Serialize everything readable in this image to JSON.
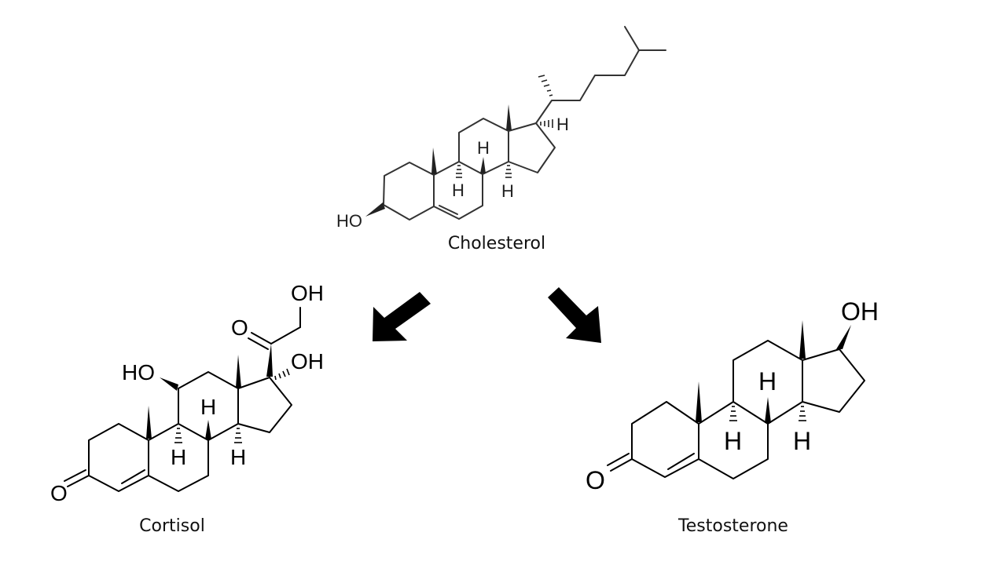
{
  "molecules": {
    "cholesterol": {
      "name": "Cholesterol",
      "labels": {
        "hydroxyl": "HO",
        "h_c17": "H",
        "h_c8": "H",
        "h_c9": "H",
        "h_c14": "H"
      }
    },
    "cortisol": {
      "name": "Cortisol",
      "labels": {
        "ketone_o": "O",
        "hydroxyl_c11": "HO",
        "side_chain_o": "O",
        "side_chain_oh": "OH",
        "hydroxyl_c17": "OH",
        "h_c8": "H",
        "h_c9": "H",
        "h_c14": "H"
      }
    },
    "testosterone": {
      "name": "Testosterone",
      "labels": {
        "ketone_o": "O",
        "hydroxyl_c17": "OH",
        "h_c8": "H",
        "h_c9": "H",
        "h_c14": "H"
      }
    }
  },
  "colors": {
    "bond": "#000000",
    "cholesterol_bond": "#333333",
    "arrow": "#000000"
  },
  "icons": {
    "left_arrow": "arrow-down-left-icon",
    "right_arrow": "arrow-down-right-icon"
  }
}
